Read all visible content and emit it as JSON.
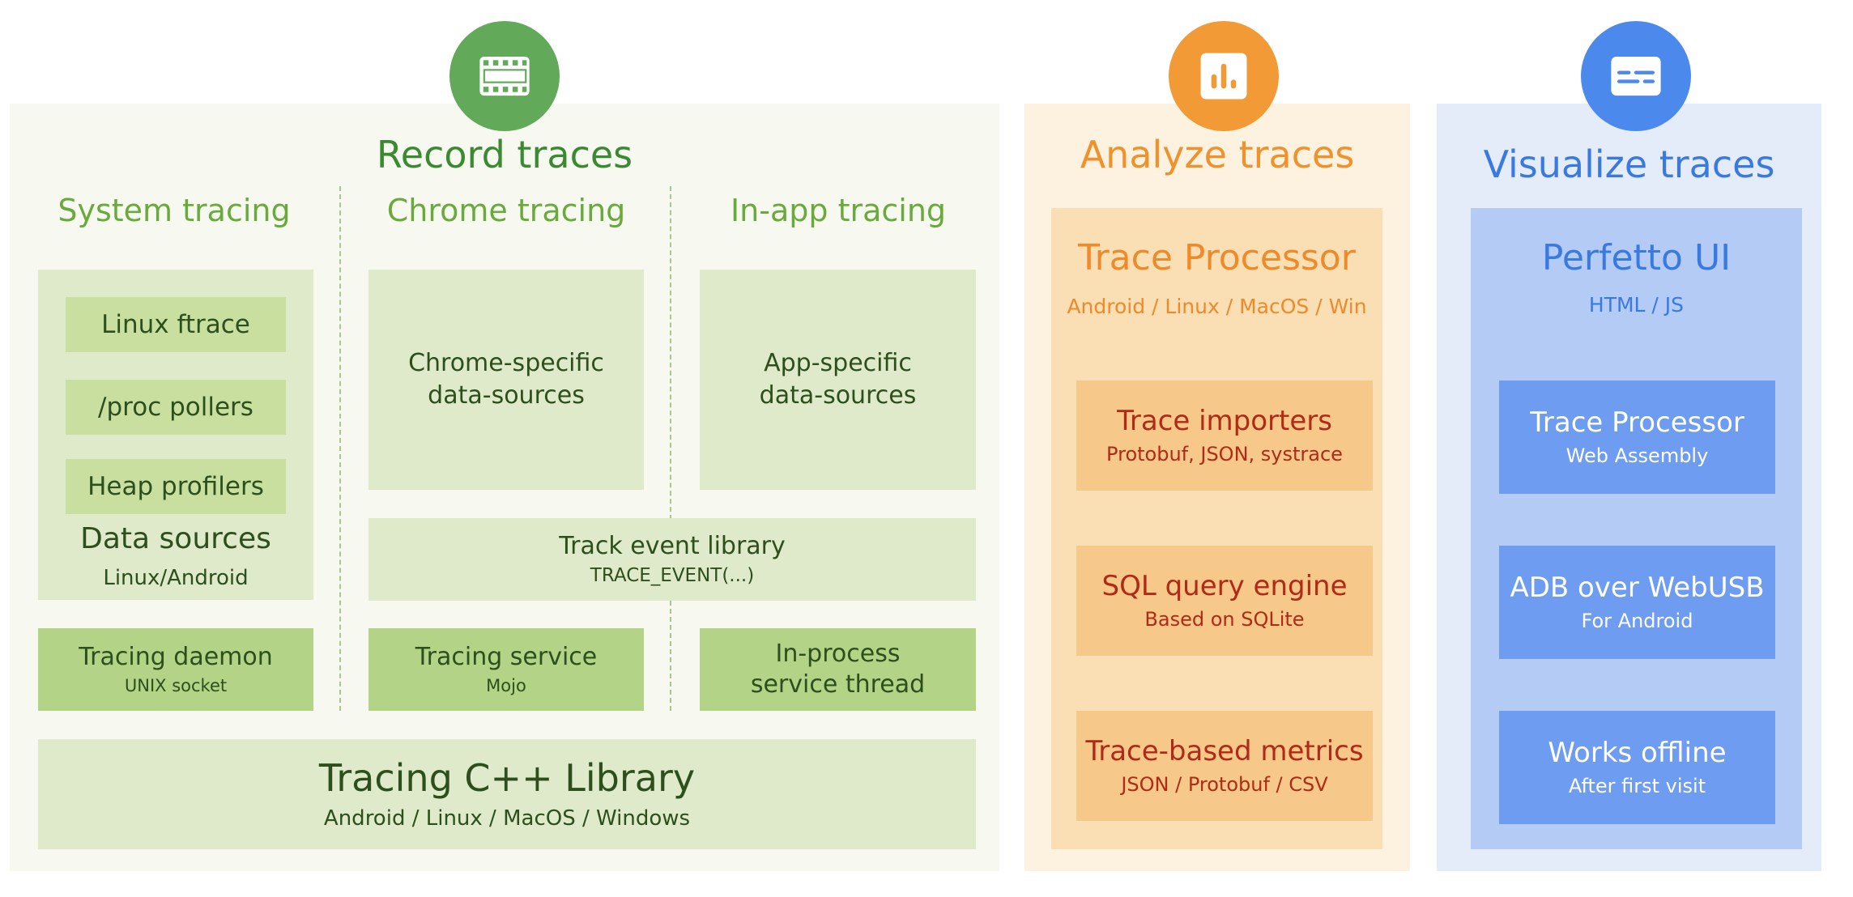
{
  "colors": {
    "record_accent": "#63a95a",
    "analyze_accent": "#f29a36",
    "visualize_accent": "#4b8aec"
  },
  "record": {
    "icon": "film-strip-icon",
    "title": "Record traces",
    "columns": {
      "system": "System tracing",
      "chrome": "Chrome tracing",
      "inapp": "In-app tracing"
    },
    "data_sources": {
      "items": [
        "Linux ftrace",
        "/proc pollers",
        "Heap profilers"
      ],
      "title": "Data sources",
      "subtitle": "Linux/Android"
    },
    "chrome_sources": {
      "line1": "Chrome-specific",
      "line2": "data-sources"
    },
    "app_sources": {
      "line1": "App-specific",
      "line2": "data-sources"
    },
    "track_event": {
      "title": "Track event library",
      "subtitle": "TRACE_EVENT(...)"
    },
    "daemon": {
      "title": "Tracing daemon",
      "subtitle": "UNIX socket"
    },
    "service": {
      "title": "Tracing service",
      "subtitle": "Mojo"
    },
    "inprocess": {
      "line1": "In-process",
      "line2": "service thread"
    },
    "library": {
      "title": "Tracing C++ Library",
      "subtitle": "Android / Linux / MacOS / Windows"
    }
  },
  "analyze": {
    "icon": "bar-chart-icon",
    "title": "Analyze traces",
    "processor": {
      "title": "Trace Processor",
      "subtitle": "Android / Linux / MacOS / Win"
    },
    "boxes": [
      {
        "title": "Trace importers",
        "subtitle": "Protobuf, JSON, systrace"
      },
      {
        "title": "SQL query engine",
        "subtitle": "Based on SQLite"
      },
      {
        "title": "Trace-based metrics",
        "subtitle": "JSON / Protobuf / CSV"
      }
    ]
  },
  "visualize": {
    "icon": "window-ui-icon",
    "title": "Visualize traces",
    "ui": {
      "title": "Perfetto UI",
      "subtitle": "HTML / JS"
    },
    "boxes": [
      {
        "title": "Trace Processor",
        "subtitle": "Web Assembly"
      },
      {
        "title": "ADB over WebUSB",
        "subtitle": "For Android"
      },
      {
        "title": "Works offline",
        "subtitle": "After first visit"
      }
    ]
  }
}
